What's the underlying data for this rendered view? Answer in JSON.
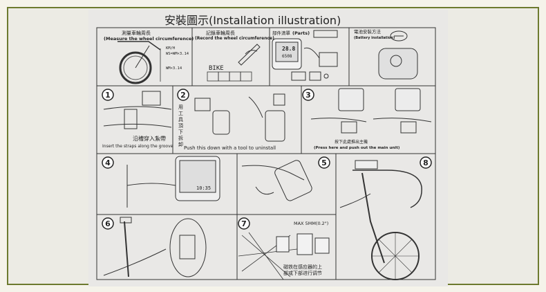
{
  "page": {
    "title": "安裝圖示(Installation illustration)"
  },
  "panels": {
    "measure": {
      "title_cn": "測量車輪周長",
      "title_en": "(Measure the wheel circumference)",
      "formula1_label": "KM/H",
      "formula1": "WS=WM×3.14",
      "formula2": "WM×3.14"
    },
    "record": {
      "title_cn": "記錄車輪周長",
      "title_en": "(Record the wheel circumference)",
      "bike_label": "BIKE"
    },
    "parts": {
      "title_cn": "部件清單",
      "title_en": "(Parts)",
      "display_reading": "28.8",
      "display_reading2": "6508"
    },
    "battery": {
      "title_cn": "電池安裝方法",
      "title_en": "(Battery installation)"
    },
    "step1": {
      "number": "1",
      "caption_cn": "沿槽穿入紮帶",
      "caption_en": "Insert the straps along the groove"
    },
    "step2": {
      "number": "2",
      "side_cn": [
        "用",
        "工",
        "具",
        "頂",
        "下",
        "拆",
        "卸"
      ],
      "caption_en": "Push this down with a tool to uninstall"
    },
    "step3": {
      "number": "3",
      "caption_cn": "按下此處推出主機",
      "caption_en": "(Press here and push out the main unit)"
    },
    "step4": {
      "number": "4",
      "display_reading": "10:35"
    },
    "step5": {
      "number": "5"
    },
    "step6": {
      "number": "6"
    },
    "step7": {
      "number": "7",
      "max_label": "MAX 5MM(0.2\")",
      "caption_line1": "磁铁在感应器的上",
      "caption_line2": "部或下部进行调节"
    },
    "step8": {
      "number": "8"
    }
  }
}
